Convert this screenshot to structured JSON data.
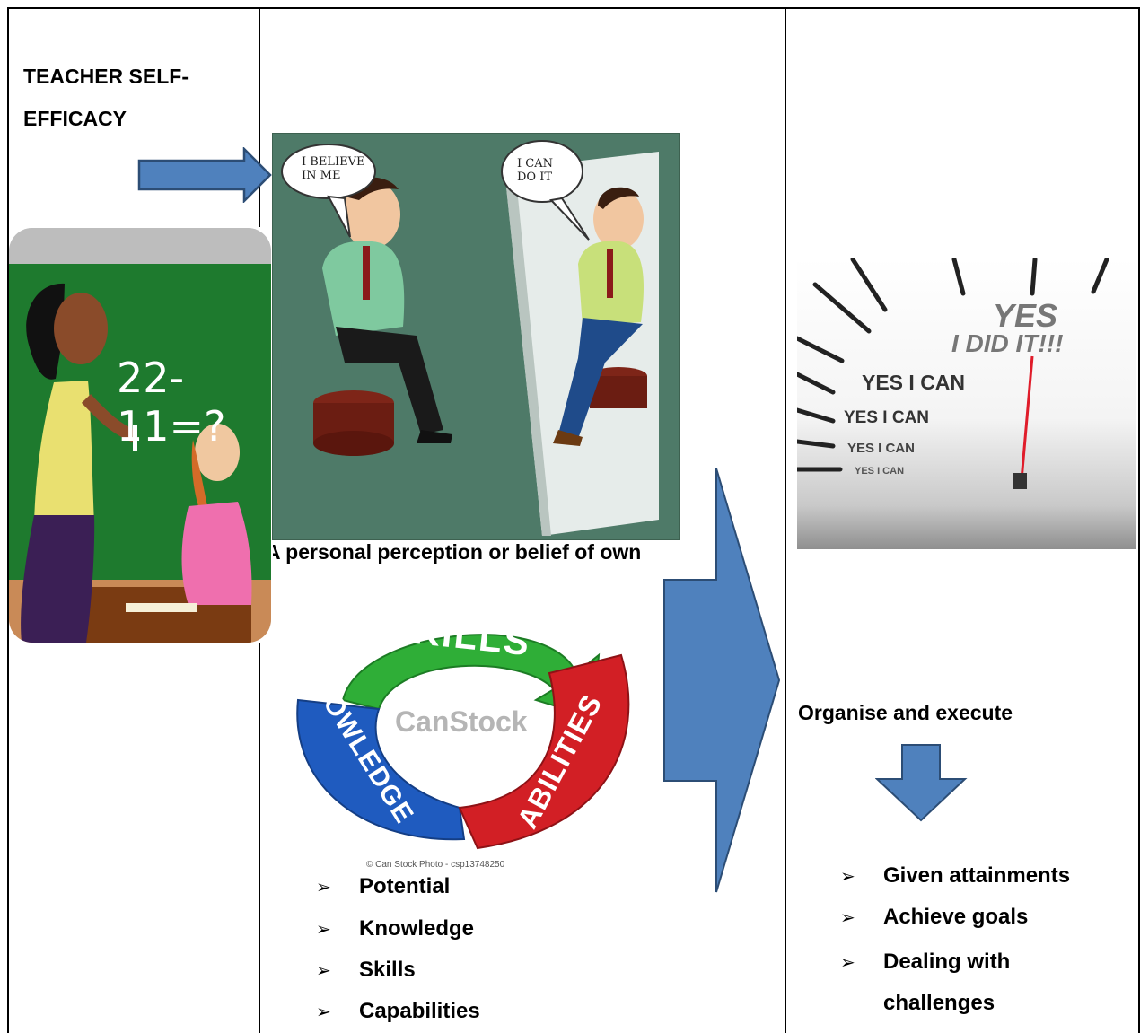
{
  "title": {
    "line1": "TEACHER SELF-",
    "line2": "EFFICACY"
  },
  "middle": {
    "caption": "A personal perception or belief of own",
    "bubble_left": [
      "I BELIEVE",
      "IN ME"
    ],
    "bubble_right": [
      "I CAN",
      "DO IT"
    ],
    "wheel": {
      "skills": "SKILLS",
      "knowledge": "KNOWLEDGE",
      "abilities": "ABILITIES",
      "watermark": "CanStock",
      "credit": "© Can Stock Photo - csp13748250"
    },
    "bullets": [
      "Potential",
      "Knowledge",
      "Skills",
      "Capabilities"
    ]
  },
  "left": {
    "equation": "22-11=?"
  },
  "right": {
    "speedometer": [
      "YES",
      "I DID IT!!!",
      "YES I CAN",
      "YES I CAN",
      "YES I CAN",
      "YES I CAN"
    ],
    "caption": "Organise and execute",
    "bullets": [
      "Given attainments",
      "Achieve goals",
      "Dealing with",
      "challenges"
    ]
  },
  "colors": {
    "arrow_fill": "#4F81BD",
    "arrow_stroke": "#2C4D75",
    "board_green": "#1E7A2E",
    "panel_teal": "#4E7A68"
  }
}
